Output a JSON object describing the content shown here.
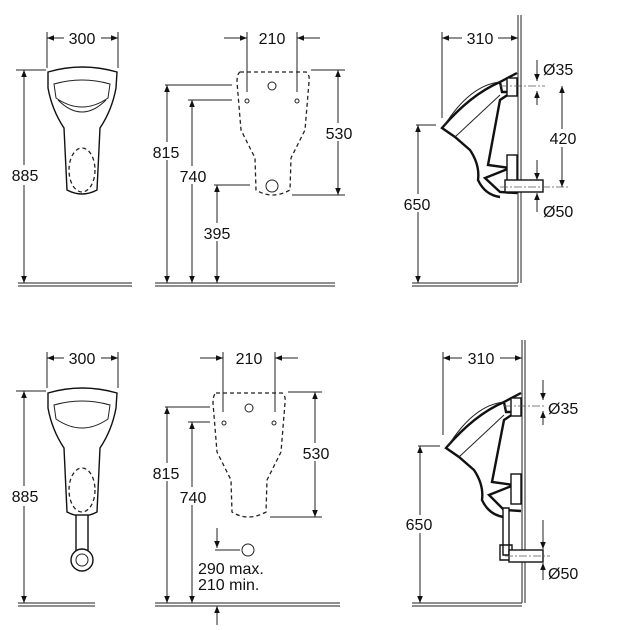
{
  "top_row": {
    "front_view": {
      "width_label": "300",
      "height_label": "885"
    },
    "back_view": {
      "width_label": "210",
      "dim_815": "815",
      "dim_740": "740",
      "dim_395": "395",
      "dim_530": "530"
    },
    "side_view": {
      "depth_label": "310",
      "dim_650": "650",
      "dim_420": "420",
      "inlet_dia": "Ø35",
      "outlet_dia": "Ø50"
    }
  },
  "bottom_row": {
    "front_view": {
      "width_label": "300",
      "height_label": "885"
    },
    "back_view": {
      "width_label": "210",
      "dim_815": "815",
      "dim_740": "740",
      "dim_530": "530",
      "outlet_max": "290 max.",
      "outlet_min": "210 min."
    },
    "side_view": {
      "depth_label": "310",
      "dim_650": "650",
      "inlet_dia": "Ø35",
      "outlet_dia": "Ø50"
    }
  }
}
